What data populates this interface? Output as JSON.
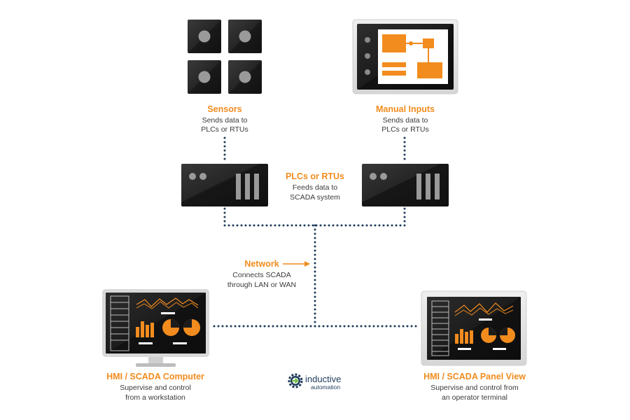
{
  "nodes": {
    "sensors": {
      "title": "Sensors",
      "desc": [
        "Sends data to",
        "PLCs or RTUs"
      ]
    },
    "manual_inputs": {
      "title": "Manual Inputs",
      "desc": [
        "Sends data to",
        "PLCs or RTUs"
      ]
    },
    "plcs": {
      "title": "PLCs or RTUs",
      "desc": [
        "Feeds data to",
        "SCADA system"
      ]
    },
    "network": {
      "title": "Network",
      "desc": [
        "Connects SCADA",
        "through LAN or WAN"
      ]
    },
    "hmi_computer": {
      "title": "HMI / SCADA Computer",
      "desc": [
        "Supervise and control",
        "from a workstation"
      ]
    },
    "hmi_panel": {
      "title": "HMI / SCADA Panel View",
      "desc": [
        "Supervise and control from",
        "an operator terminal"
      ]
    }
  },
  "logo": {
    "line1": "inductive",
    "line2": "automation",
    "icon": "gear-arrow-icon"
  },
  "colors": {
    "accent": "#f28c1e",
    "connector": "#1f3b5c",
    "device": "#262626",
    "text": "#3a3a3a"
  }
}
